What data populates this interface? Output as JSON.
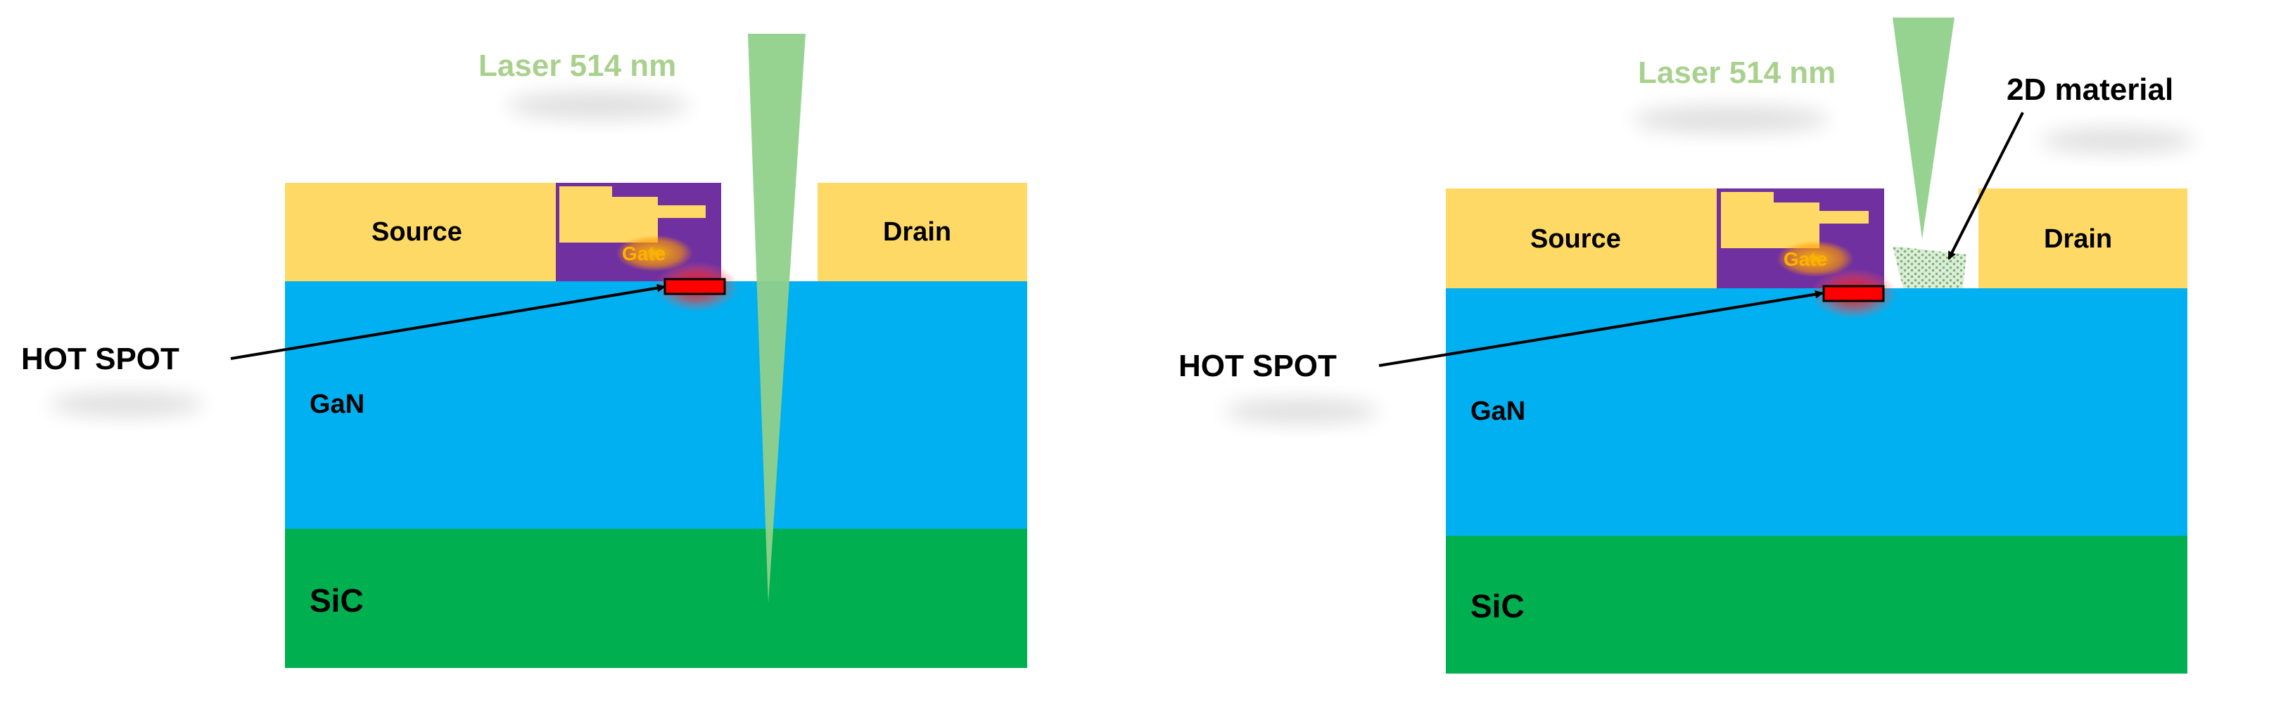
{
  "colors": {
    "metal": "#ffd966",
    "gan": "#00b0f0",
    "sic": "#00b050",
    "gate": "#7030a0",
    "laser": "#90d08a",
    "laser_text": "#a9d18e",
    "hot_spot": "#ff0000",
    "material": "#8cba86"
  },
  "panels": [
    {
      "laser_label": "Laser 514 nm",
      "source_label": "Source",
      "drain_label": "Drain",
      "gate_label": "Gate",
      "gan_label": "GaN",
      "sic_label": "SiC",
      "hotspot_label": "HOT SPOT",
      "material_label": ""
    },
    {
      "laser_label": "Laser 514 nm",
      "source_label": "Source",
      "drain_label": "Drain",
      "gate_label": "Gate",
      "gan_label": "GaN",
      "sic_label": "SiC",
      "hotspot_label": "HOT SPOT",
      "material_label": "2D material"
    }
  ]
}
